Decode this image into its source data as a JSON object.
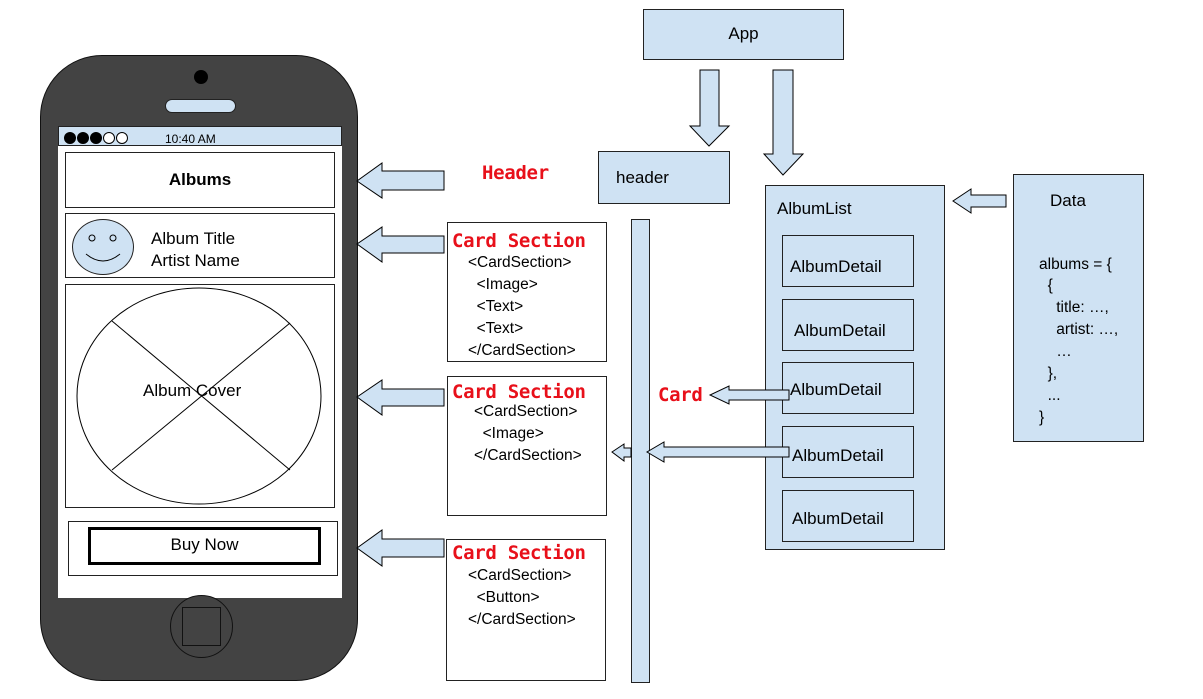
{
  "phone": {
    "status_time": "10:40 AM",
    "header_title": "Albums",
    "album_title": "Album Title",
    "artist_name": "Artist Name",
    "cover_label": "Album Cover",
    "buy_button": "Buy Now"
  },
  "labels": {
    "header": "Header",
    "card_section": "Card Section",
    "card": "Card"
  },
  "code_blocks": {
    "section1": [
      "<CardSection>",
      "  <Image>",
      "  <Text>",
      "  <Text>",
      "</CardSection>"
    ],
    "section2": [
      "<CardSection>",
      "  <Image>",
      "</CardSection>"
    ],
    "section3": [
      "<CardSection>",
      "  <Button>",
      "</CardSection>"
    ]
  },
  "tree": {
    "app": "App",
    "header": "header",
    "album_list": "AlbumList",
    "album_detail": [
      "AlbumDetail",
      "AlbumDetail",
      "AlbumDetail",
      "AlbumDetail",
      "AlbumDetail"
    ]
  },
  "data_box": {
    "title": "Data",
    "lines": [
      "albums = {",
      "  {",
      "    title: …,",
      "    artist: …,",
      "    …",
      "  },",
      "  ...",
      "}"
    ]
  },
  "colors": {
    "box_fill": "#cfe2f3",
    "phone_body": "#434343",
    "annotation_red": "#e8101a"
  }
}
